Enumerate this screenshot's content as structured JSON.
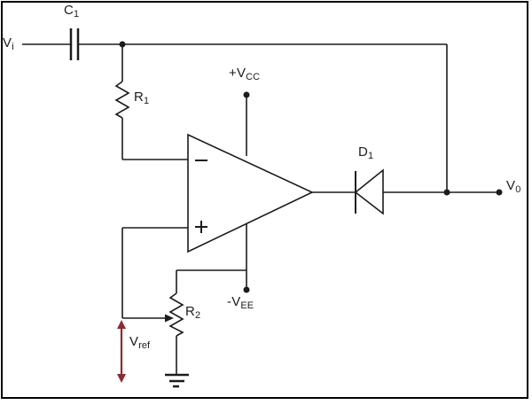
{
  "labels": {
    "vi": {
      "main": "V",
      "sub": "i"
    },
    "c1": {
      "main": "C",
      "sub": "1"
    },
    "r1": {
      "main": "R",
      "sub": "1"
    },
    "vcc": {
      "main": "+V",
      "sub": "CC"
    },
    "vee": {
      "main": "-V",
      "sub": "EE"
    },
    "r2": {
      "main": "R",
      "sub": "2"
    },
    "vref": {
      "main": "V",
      "sub": "ref"
    },
    "d1": {
      "main": "D",
      "sub": "1"
    },
    "vo": {
      "main": "V",
      "sub": "0"
    }
  },
  "symbols": [
    "capacitor",
    "resistor",
    "op-amp-triangle",
    "inverting-input-minus-sign",
    "noninverting-input-plus-sign",
    "diode-cathode-left",
    "potentiometer-wiper-arrow",
    "ground",
    "vref-double-arrow",
    "supply-terminal-dot",
    "junction-dot",
    "output-terminal-dot"
  ],
  "colors": {
    "wire": "#1c1c1c",
    "vref_arrow": "#8e2a32",
    "border": "#000000",
    "background": "#ffffff"
  }
}
